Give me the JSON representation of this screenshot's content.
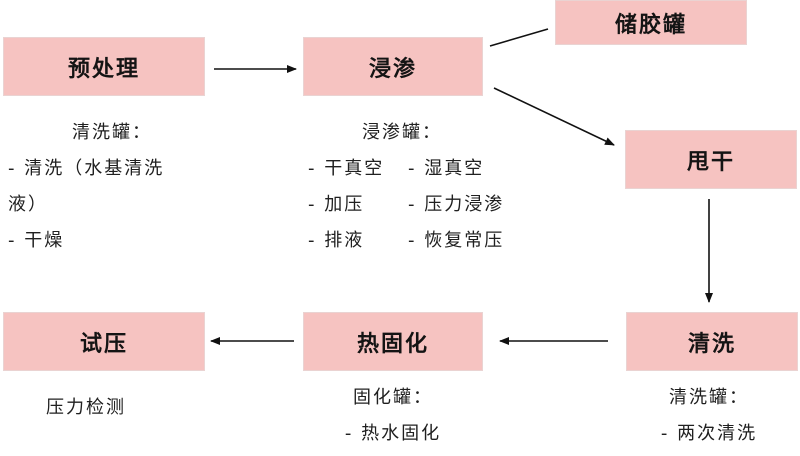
{
  "nodes": {
    "pretreat": "预处理",
    "impregnate": "浸渗",
    "storage": "储胶罐",
    "spin_dry": "甩干",
    "wash": "清洗",
    "heat_cure": "热固化",
    "pressure_test": "试压"
  },
  "notes": {
    "pretreat": {
      "title": "清洗罐：",
      "line1": "- 清洗（水基清洗",
      "line2": "液）",
      "line3": "- 干燥"
    },
    "impregnate": {
      "title": "浸渗罐：",
      "rows": [
        [
          "- 干真空",
          "- 湿真空"
        ],
        [
          "- 加压",
          "- 压力浸渗"
        ],
        [
          "- 排液",
          "- 恢复常压"
        ]
      ]
    },
    "pressure_test": {
      "line1": "压力检测"
    },
    "heat_cure": {
      "title": "固化罐：",
      "line1": "- 热水固化"
    },
    "wash": {
      "title": "清洗罐：",
      "line1": "- 两次清洗"
    }
  },
  "colors": {
    "box_fill": "#f6c3c1",
    "arrow": "#111111"
  }
}
